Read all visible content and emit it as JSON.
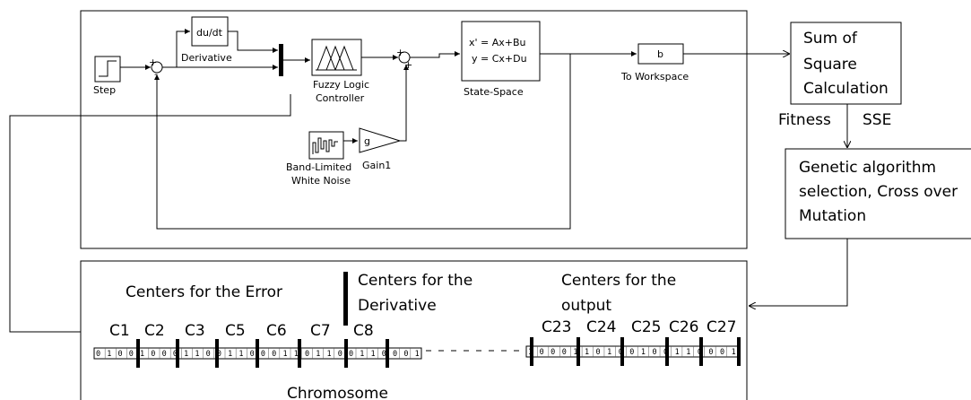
{
  "simulink": {
    "step_label": "Step",
    "derivative_block": "du/dt",
    "derivative_label": "Derivative",
    "fuzzy_label_line1": "Fuzzy Logic",
    "fuzzy_label_line2": "Controller",
    "state_space_eq1": "x' = Ax+Bu",
    "state_space_eq2": "y = Cx+Du",
    "state_space_label": "State-Space",
    "workspace_block": "b",
    "workspace_label": "To Workspace",
    "gain_block": "g",
    "gain_label": "Gain1",
    "noise_label_line1": "Band-Limited",
    "noise_label_line2": "White Noise"
  },
  "sse_box": {
    "line1": "Sum of",
    "line2": "Square",
    "line3": "Calculation"
  },
  "fitness_label": "Fitness",
  "sse_label": "SSE",
  "ga_box": {
    "line1": "Genetic algorithm",
    "line2": "selection, Cross over",
    "line3": "Mutation"
  },
  "chromosome": {
    "error_label": "Centers for the Error",
    "derivative_line1": "Centers for the",
    "derivative_line2": "Derivative",
    "output_line1": "Centers for the",
    "output_line2": "output",
    "title": "Chromosome",
    "gene_labels": [
      "C1",
      "C2",
      "C3",
      "C5",
      "C6",
      "C7",
      "C8",
      "C23",
      "C24",
      "C25",
      "C26",
      "C27"
    ],
    "bits_left": "0 1 0 0 1 0 0 0 1 1 0 0 1 1 0 0 0 1 1 0 1 1 0 0 1 1 0 0 0 1",
    "bits_right": "1 0 0 0 1 1 0 1 0 0 1 0 0 1 1 0 0 0 1"
  }
}
